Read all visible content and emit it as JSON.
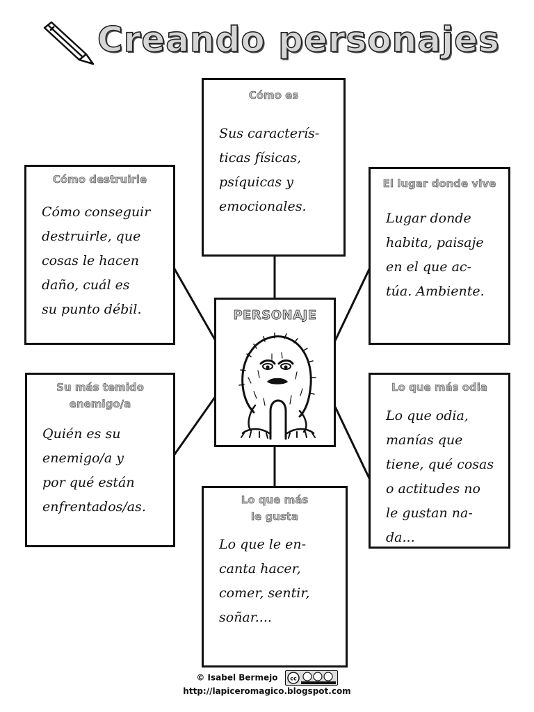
{
  "title": "Creando personajes",
  "center": {
    "label": "PERSONAJE"
  },
  "boxes": {
    "como_es": {
      "heading": "Cómo es",
      "lines": [
        "Sus caracterís-",
        "ticas físicas,",
        "psíquicas y",
        "emocionales."
      ]
    },
    "como_destruirle": {
      "heading": "Cómo destruirle",
      "lines": [
        "Cómo conseguir",
        "destruirle, que",
        "cosas le hacen",
        "daño, cuál es",
        "su punto débil."
      ]
    },
    "lugar": {
      "heading": "El lugar donde vive",
      "lines": [
        "Lugar donde",
        "habita, paisaje",
        "en el que ac-",
        "túa. Ambiente."
      ]
    },
    "enemigo": {
      "heading_1": "Su más temido",
      "heading_2": "enemigo/a",
      "lines": [
        "Quién es su",
        "enemigo/a y",
        "por qué están",
        "enfrentados/as."
      ]
    },
    "odia": {
      "heading": "Lo que más odia",
      "lines": [
        "Lo que odia,",
        "manías que",
        "tiene, qué cosas",
        "o actitudes no",
        "le gustan na-",
        "da..."
      ]
    },
    "gusta": {
      "heading_1": "Lo que más",
      "heading_2": "le gusta",
      "lines": [
        "Lo que le en-",
        "canta hacer,",
        "comer, sentir,",
        "soñar...."
      ]
    }
  },
  "footer": {
    "credit": "© Isabel Bermejo",
    "url": "http://lapiceromagico.blogspot.com",
    "license_icon": "creative-commons-by-nc-sa-badge"
  },
  "colors": {
    "ink": "#111111",
    "title_fill": "#d6d6d6",
    "heading_fill": "#bdbdbd"
  }
}
